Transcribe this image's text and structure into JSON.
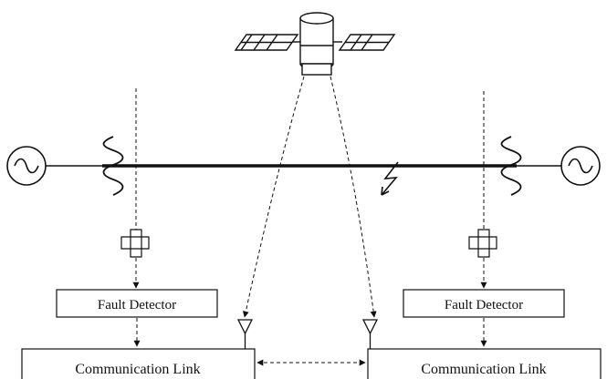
{
  "left_side": {
    "fault_detector_label": "Fault Detector",
    "comm_link_label": "Communication Link"
  },
  "right_side": {
    "fault_detector_label": "Fault Detector",
    "comm_link_label": "Communication Link"
  },
  "colors": {
    "stroke": "#111111",
    "background": "#ffffff"
  }
}
